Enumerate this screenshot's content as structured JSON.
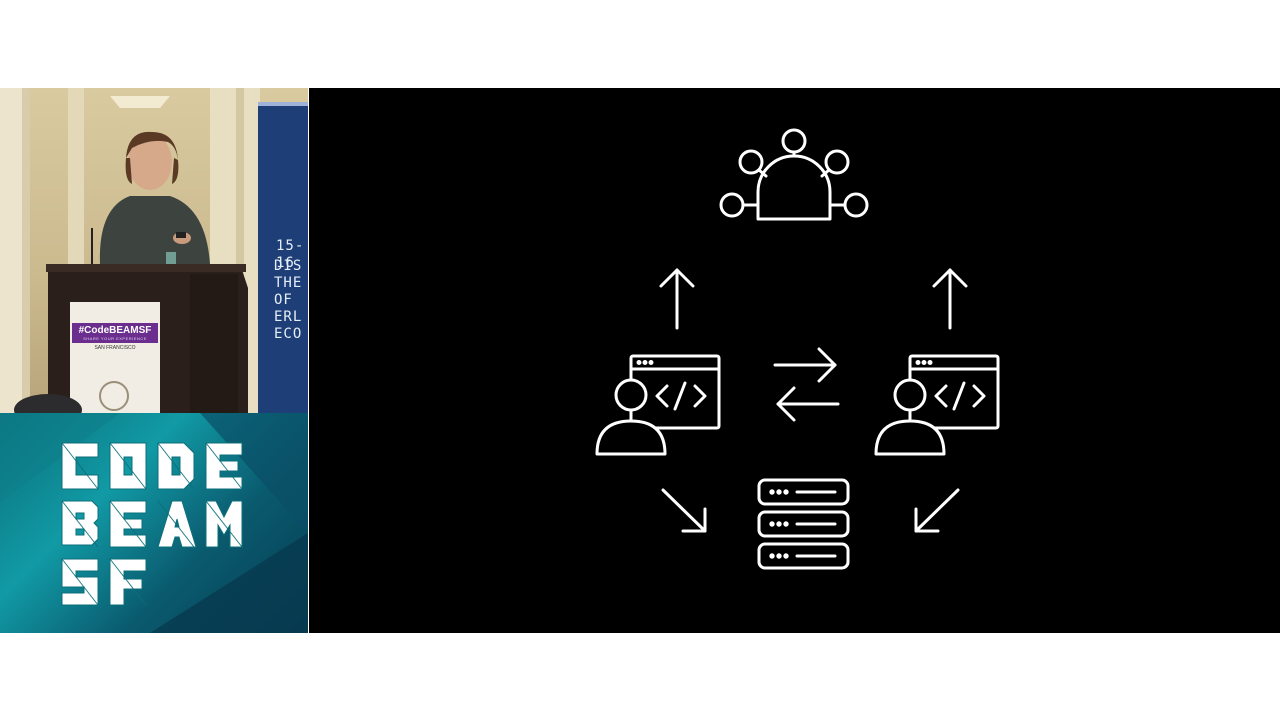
{
  "poster": {
    "dates": "15-16",
    "lines": [
      "DIS",
      "THE",
      "OF",
      "ERL",
      "ECO"
    ]
  },
  "lectern": {
    "hashtag": "#CodeBEAMSF",
    "tagline": "SHARE YOUR EXPERIENCE",
    "city": "SAN FRANCISCO"
  },
  "branding": {
    "logo_name": "Code BEAM SF logo"
  },
  "colors": {
    "slide_background": "#000000",
    "icon_stroke": "#ffffff",
    "brand_teal": "#0f8f9b",
    "lectern_badge": "#6b2d8e"
  },
  "slide": {
    "icons": [
      "team-meeting-icon",
      "developer-icon",
      "developer-icon",
      "database-server-icon",
      "arrow-up-icon",
      "arrow-up-icon",
      "arrows-exchange-icon",
      "arrow-down-right-icon",
      "arrow-down-left-icon"
    ]
  }
}
